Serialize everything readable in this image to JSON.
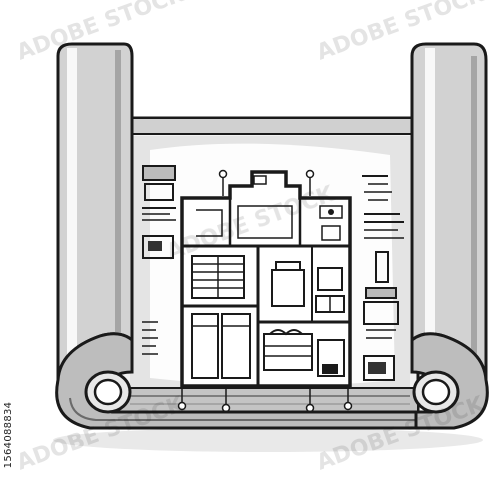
{
  "stock_id": "1564088834",
  "illustration": {
    "subject": "blueprint-scroll",
    "watermark_text": "ADOBE STOCK",
    "colors": {
      "ink": "#1a1a1a",
      "paper": "#f4f4f4",
      "shade": "#d6d6d6",
      "mid_shade": "#b9b9b9",
      "dark_shade": "#8c8c8c",
      "background": "#ffffff"
    }
  }
}
